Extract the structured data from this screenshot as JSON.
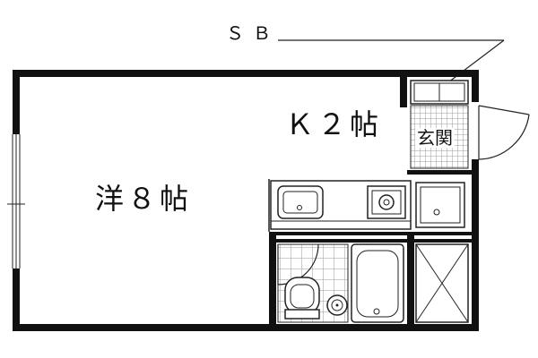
{
  "labels": {
    "shoe_box": "ＳＢ",
    "kitchen": "Ｋ２帖",
    "western_room": "洋８帖",
    "entrance": "玄関"
  },
  "colors": {
    "wall": "#111111",
    "line": "#222222",
    "tile_grid": "#9a9a9a",
    "background": "#ffffff"
  }
}
